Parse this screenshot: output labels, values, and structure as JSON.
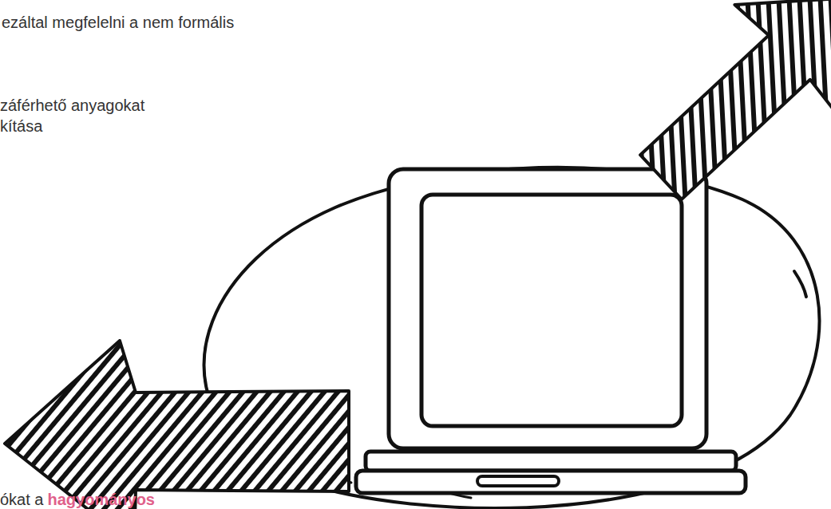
{
  "diagram": {
    "labels": [
      "ezáltal megfelelni a nem formális",
      "záférhető anyagokat",
      "kítása",
      "ókat a",
      "hagyományos"
    ]
  }
}
